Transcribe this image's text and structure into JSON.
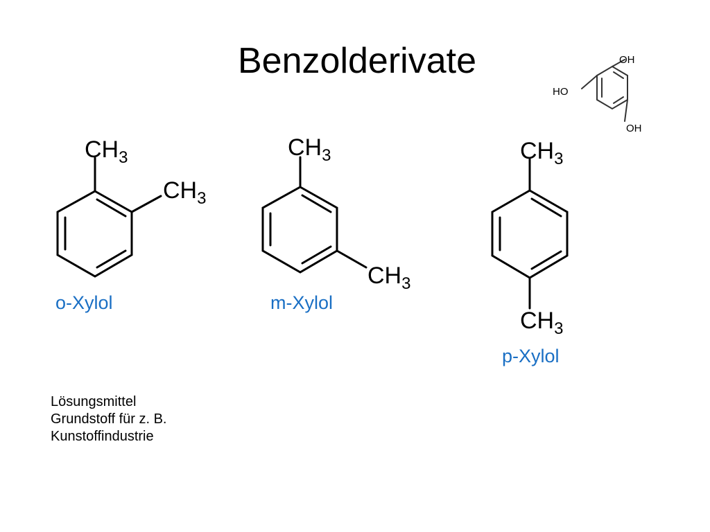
{
  "slide": {
    "title": "Benzolderivate",
    "notes": [
      "Lösungsmittel",
      "Grundstoff für z. B.",
      "Kunstoffindustrie"
    ]
  },
  "molecules": {
    "ortho": {
      "name": "o-Xylol",
      "group_label": "CH",
      "group_subscript": "3"
    },
    "meta": {
      "name": "m-Xylol",
      "group_label": "CH",
      "group_subscript": "3"
    },
    "para": {
      "name": "p-Xylol",
      "group_label": "CH",
      "group_subscript": "3"
    },
    "phloroglucinol": {
      "group_label": "OH",
      "left_group_label": "HO"
    }
  },
  "colors": {
    "name_color": "#1a6fc4",
    "bond_color": "#000000",
    "small_structure_color": "#333333"
  }
}
